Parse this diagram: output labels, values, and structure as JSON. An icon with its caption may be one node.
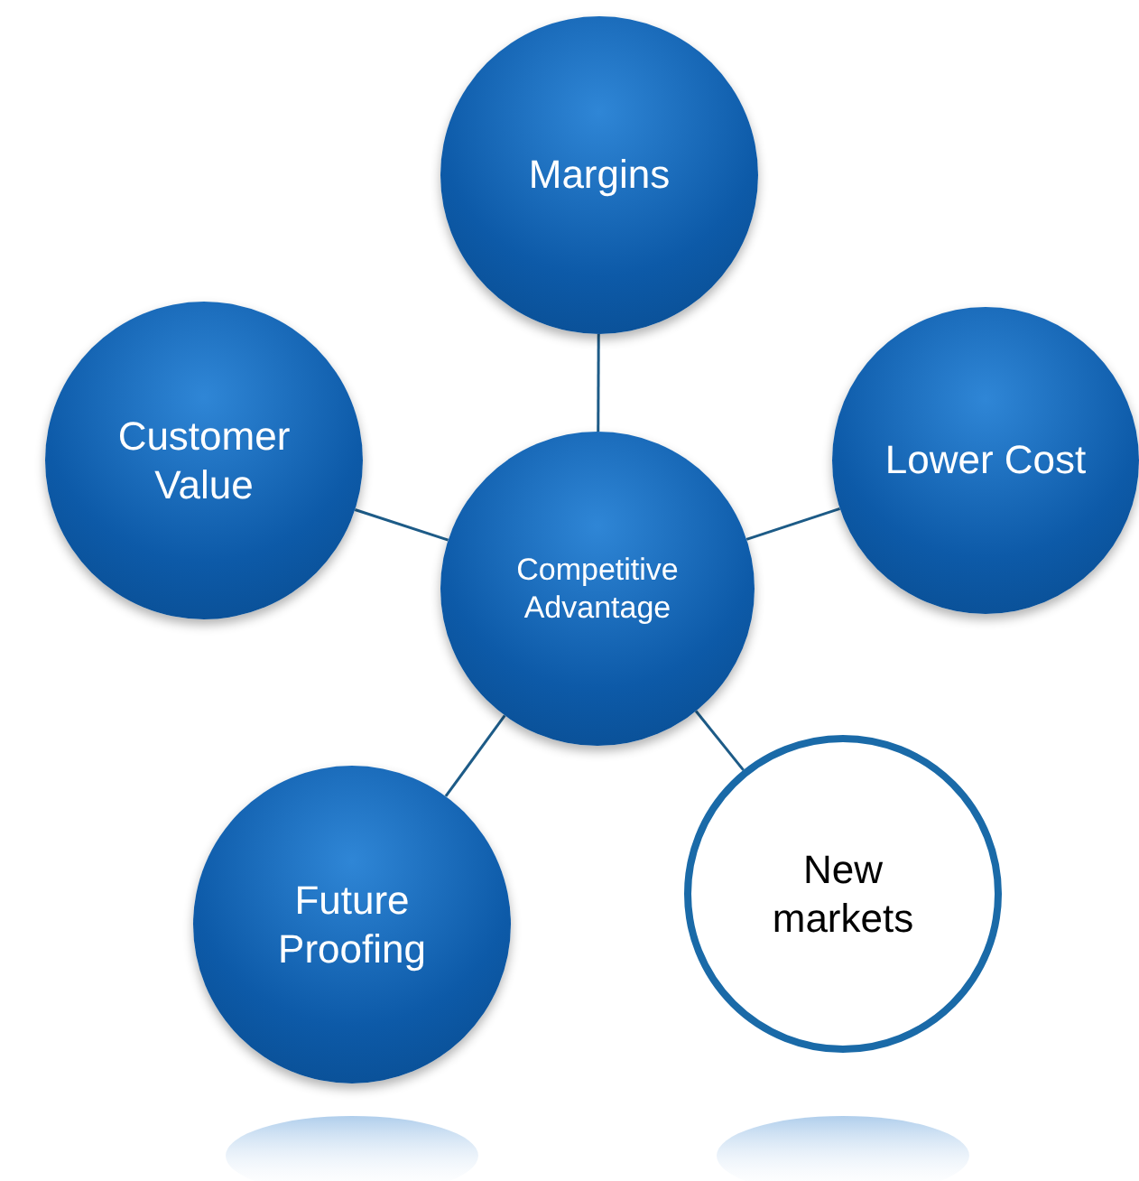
{
  "diagram": {
    "nodes": [
      {
        "text": [
          "Competitive Advantage"
        ]
      },
      {
        "text": [
          "Margins"
        ]
      },
      {
        "text": [
          "Customer Value"
        ]
      },
      {
        "text": [
          "Lower Cost"
        ]
      },
      {
        "text": [
          "Future Proofing"
        ]
      },
      {
        "text": [
          "New markets"
        ]
      }
    ],
    "edges": [
      {
        "from": 0,
        "to": 1,
        "arrow": "none"
      },
      {
        "from": 0,
        "to": 2,
        "arrow": "none"
      },
      {
        "from": 0,
        "to": 3,
        "arrow": "none"
      },
      {
        "from": 0,
        "to": 4,
        "arrow": "none"
      },
      {
        "from": 0,
        "to": 5,
        "arrow": "none"
      }
    ]
  }
}
